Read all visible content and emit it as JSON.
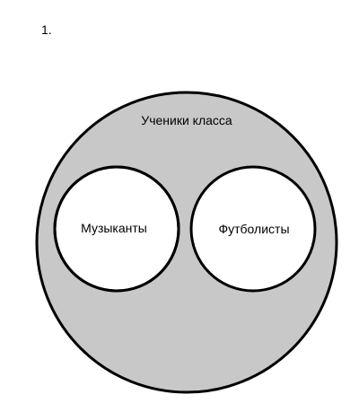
{
  "problem": {
    "number": "1."
  },
  "diagram": {
    "universe_label": "Ученики класса",
    "set_a_label": "Музыканты",
    "set_b_label": "Футболисты"
  },
  "colors": {
    "universe_fill": "#c8c8c8",
    "set_fill": "#ffffff",
    "outline": "#000000"
  }
}
